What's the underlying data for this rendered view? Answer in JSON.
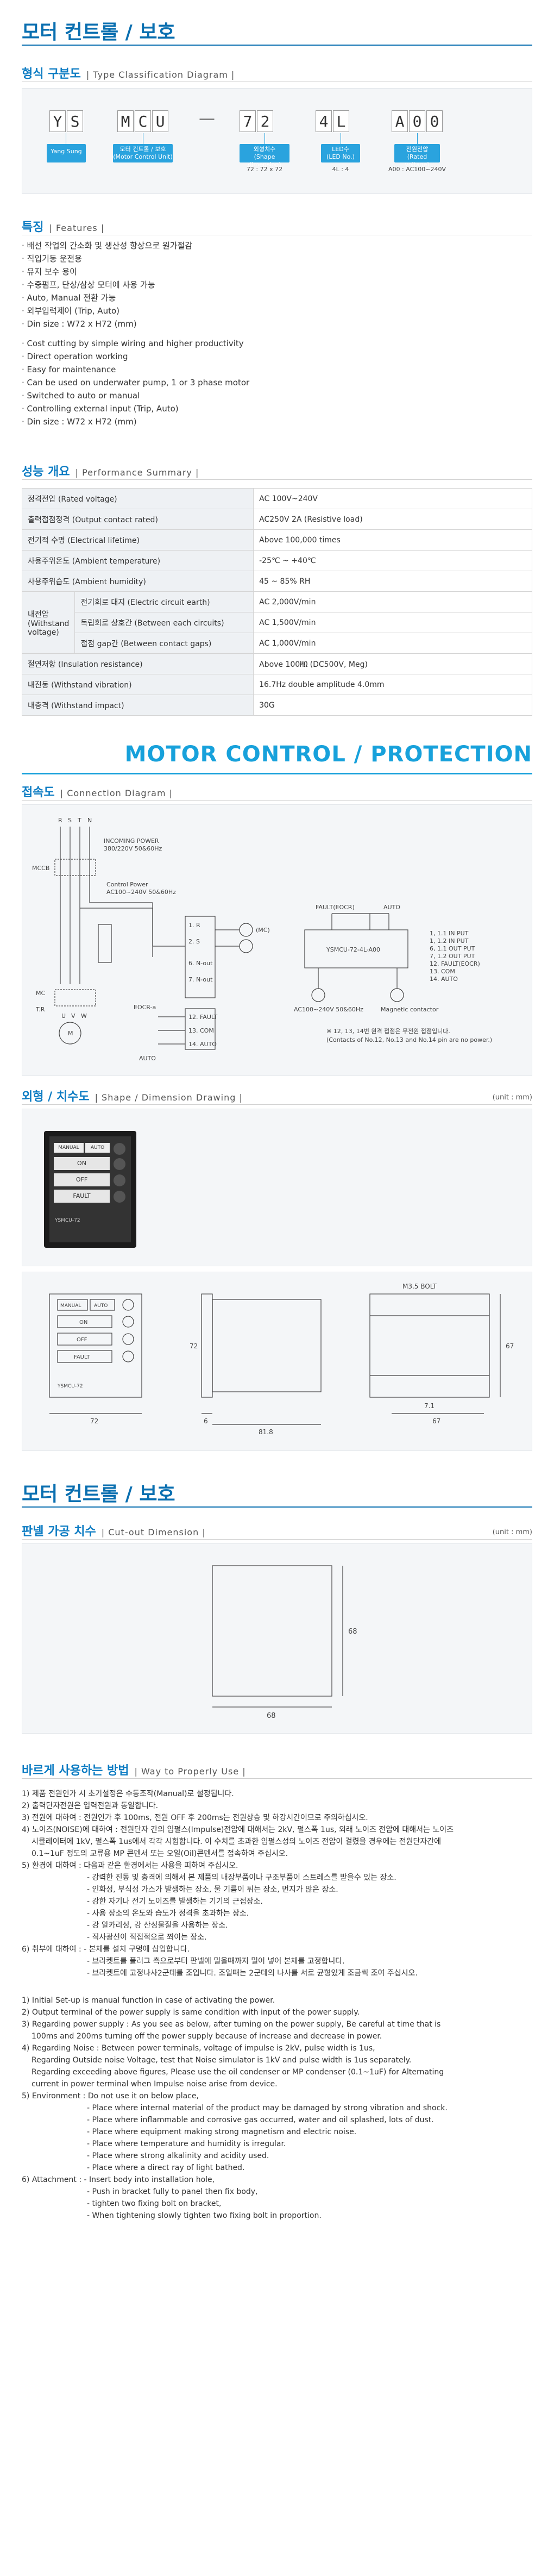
{
  "titles": {
    "main_kr": "모터 컨트롤 / 보호",
    "main_en": "MOTOR CONTROL / PROTECTION",
    "main_kr2": "모터 컨트롤 / 보호"
  },
  "type_section": {
    "title": "형식 구분도",
    "sub": "| Type Classification Diagram |",
    "codes": [
      "Y",
      "S",
      "M",
      "C",
      "U",
      "7",
      "2",
      "4",
      "L",
      "A",
      "0",
      "0"
    ],
    "tags": [
      {
        "label": "Yang Sung"
      },
      {
        "label": "모터 컨트롤 / 보호",
        "en": "(Motor Control Unit)"
      },
      {
        "label": "외형치수",
        "en": "(Shape dimension)"
      },
      {
        "label": "LED수",
        "en": "(LED No.)"
      },
      {
        "label": "전원전압",
        "en": "(Rated voltage)"
      }
    ],
    "notes": [
      "72 : 72 x 72",
      "4L : 4",
      "A00 : AC100~240V"
    ]
  },
  "features": {
    "title": "특징",
    "sub": "| Features |",
    "kr": [
      "· 배선 작업의 간소화 및 생산성 향상으로 원가절감",
      "· 직입기동 운전용",
      "· 유지 보수 용이",
      "· 수중펌프, 단상/삼상 모터에 사용 가능",
      "· Auto, Manual 전환 가능",
      "· 외부입력제어 (Trip, Auto)",
      "· Din size : W72 x H72 (mm)"
    ],
    "en": [
      "· Cost cutting by simple wiring and higher productivity",
      "· Direct operation working",
      "· Easy for maintenance",
      "· Can be used on underwater pump, 1 or 3 phase motor",
      "· Switched to auto or manual",
      "· Controlling external input (Trip, Auto)",
      "· Din size : W72 x H72 (mm)"
    ]
  },
  "performance": {
    "title": "성능 개요",
    "sub": "| Performance Summary |",
    "rows": [
      {
        "label": "정격전압 (Rated voltage)",
        "value": "AC 100V~240V"
      },
      {
        "label": "출력접점정격 (Output contact rated)",
        "value": "AC250V 2A (Resistive load)"
      },
      {
        "label": "전기적 수명 (Electrical lifetime)",
        "value": "Above 100,000 times"
      },
      {
        "label": "사용주위온도 (Ambient temperature)",
        "value": "-25℃ ~ +40℃"
      },
      {
        "label": "사용주위습도 (Ambient humidity)",
        "value": "45 ~ 85% RH"
      }
    ],
    "withstand_group": "내전압 (Withstand voltage)",
    "withstand_rows": [
      {
        "label": "전기회로 대지 (Electric circuit earth)",
        "value": "AC 2,000V/min"
      },
      {
        "label": "독립회로 상호간 (Between each circuits)",
        "value": "AC 1,500V/min"
      },
      {
        "label": "접점 gap간 (Between contact gaps)",
        "value": "AC 1,000V/min"
      }
    ],
    "rows2": [
      {
        "label": "절연저항 (Insulation resistance)",
        "value": "Above 100㏁ (DC500V, Meg)"
      },
      {
        "label": "내진동 (Withstand vibration)",
        "value": "16.7Hz double amplitude 4.0mm"
      },
      {
        "label": "내충격 (Withstand impact)",
        "value": "30G"
      }
    ]
  },
  "connection": {
    "title": "접속도",
    "sub": "| Connection Diagram |",
    "rstn": [
      "R",
      "S",
      "T",
      "N"
    ],
    "incoming": "INCOMING POWER",
    "incoming_v": "380/220V 50&60Hz",
    "control_power": "Control Power",
    "control_v": "AC100~240V 50&60Hz",
    "mccb": "MCCB",
    "mc": "MC",
    "tr": "T.R",
    "motor": "M",
    "eocr": "EOCR-a",
    "auto": "AUTO",
    "uvw": [
      "U",
      "V",
      "W"
    ],
    "terms_left": [
      "1. R",
      "2. S",
      "6. N-out",
      "7. N-out"
    ],
    "mc_label": "(MC)",
    "terms_right": [
      "12. FAULT",
      "13. COM",
      "14. AUTO"
    ],
    "fault_label": "FAULT(EOCR)",
    "auto_label2": "AUTO",
    "model": "YSMCU-72-4L-A00",
    "legend": [
      "1, 1.1 IN PUT",
      "1, 1.2 IN PUT",
      "6, 1.1 OUT PUT",
      "7, 1.2 OUT PUT",
      "12. FAULT(EOCR)",
      "13. COM",
      "14. AUTO"
    ],
    "ac_label": "AC100~240V 50&60Hz",
    "mag": "Magnetic contactor",
    "note_kr": "※ 12, 13, 14번 원격 접점은 무전원 접점입니다.",
    "note_en": "(Contacts of No.12, No.13 and No.14 pin are no power.)"
  },
  "shape": {
    "title": "외형 / 치수도",
    "sub": "| Shape / Dimension Drawing |",
    "unit": "(unit : mm)",
    "buttons": [
      "MANUAL",
      "AUTO",
      "ON",
      "OFF",
      "FAULT"
    ],
    "model": "YSMCU-72",
    "dims": [
      "72",
      "72",
      "6",
      "81.8",
      "7.1",
      "67",
      "67"
    ],
    "bolt": "M3.5 BOLT"
  },
  "cutout": {
    "title": "판넬 가공 치수",
    "sub": "| Cut-out Dimension |",
    "unit": "(unit : mm)",
    "w": "68",
    "h": "68"
  },
  "usage": {
    "title": "바르게 사용하는 방법",
    "sub": "| Way to Properly Use |",
    "kr": [
      "1) 제품 전원인가 시 초기설정은 수동조작(Manual)로 설정됩니다.",
      "2) 출력단자전원은 입력전원과 동일합니다.",
      "3) 전원에 대하여 : 전원인가 후 100ms, 전원 OFF 후 200ms는 전원상승 및 하강시간이므로 주의하십시오.",
      "4) 노이즈(NOISE)에 대하여 : 전원단자 간의 임펄스(Impulse)전압에 대해서는 2kV, 펄스폭 1us, 외래 노이즈 전압에 대해서는 노이즈",
      "시뮬레이터에 1kV, 펄스폭 1us에서 각각 시험합니다. 이 수치를 초과한 임펄스성의 노이즈 전압이 걸렸을 경우에는 전원단자간에",
      "0.1~1uF 정도의 교류용 MP 콘덴서 또는 오일(Oil)콘덴서를 접속하여 주십시오.",
      "5) 환경에 대하여 : 다음과 같은 환경에서는 사용을 피하여 주십시오.",
      "- 강력한 진동 및 충격에 의해서 본 제품의 내장부품이나 구조부품이 스트레스를 받을수 있는 장소.",
      "- 인화성, 부식성 가스가 발생하는 장소, 물 기름이 튀는 장소, 먼지가 많은 장소.",
      "- 강한 자기나 전기 노이즈를 발생하는 기기의 근접장소.",
      "- 사용 장소의 온도와 습도가 정격을 초과하는 장소.",
      "- 강 알카리성, 강 산성물질을 사용하는 장소.",
      "- 직사광선이 직접적으로 쬐이는 장소.",
      "6) 취부에 대하여 : - 본체를 설치 구멍에 삽입합니다.",
      "- 브라켓트를 플러그 측으로부터 판넬에 밀을때까지 밀어 넣어 본체를 고정합니다.",
      "- 브라켓트에 고정나사2군데를 조입니다. 조일때는 2군데의 나사를 서로 균형있게 조금씩 조여 주십시오."
    ],
    "en": [
      "1) Initial Set-up is manual function in case of activating the power.",
      "2) Output terminal of the power supply is same condition with input of the power supply.",
      "3) Regarding power supply : As you see as below, after turning on the power supply, Be careful at time that is",
      "100ms and 200ms turning off the power supply because of increase and decrease in power.",
      "4) Regarding Noise : Between power terminals, voltage of impulse is 2kV, pulse width is 1us,",
      "Regarding Outside noise Voltage, test that Noise simulator is 1kV and pulse width is 1us separately.",
      "Regarding exceeding above figures, Please use the oil condenser or MP condenser (0.1~1uF) for Alternating",
      "current in power terminal when Impulse noise arise from device.",
      "5) Environment : Do not use it on below place,",
      "- Place where internal material of the product may be damaged by strong vibration and shock.",
      "- Place where inflammable and corrosive gas occurred, water and oil splashed, lots of dust.",
      "- Place where equipment making strong magnetism and electric noise.",
      "- Place where temperature and humidity is irregular.",
      "- Place where strong alkalinity and acidity used.",
      "- Place where a direct ray of light bathed.",
      "6) Attachment : - Insert body into installation hole,",
      "- Push in bracket fully to panel then fix body,",
      "- tighten two fixing bolt on bracket,",
      "- When tightening slowly tighten two fixing bolt in proportion."
    ]
  }
}
